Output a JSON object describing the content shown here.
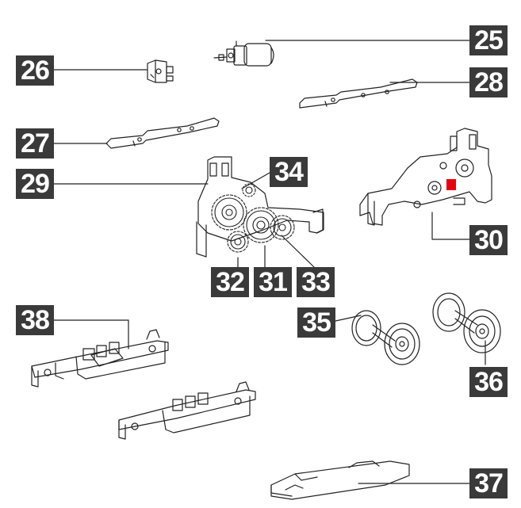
{
  "diagram": {
    "labels": {
      "p25": "25",
      "p26": "26",
      "p27": "27",
      "p28": "28",
      "p29": "29",
      "p30": "30",
      "p31": "31",
      "p32": "32",
      "p33": "33",
      "p34": "34",
      "p35": "35",
      "p36": "36",
      "p37": "37",
      "p38": "38"
    },
    "colors": {
      "label_bg": "#3a3a3a",
      "label_fg": "#ffffff",
      "line": "#222222",
      "highlight": "#e8000b"
    },
    "icons": [
      "motor-icon",
      "clip-icon",
      "bar-icon",
      "gearbox-icon",
      "gear-icon",
      "wheelset-icon",
      "bogie-frame-icon",
      "plate-icon"
    ]
  }
}
